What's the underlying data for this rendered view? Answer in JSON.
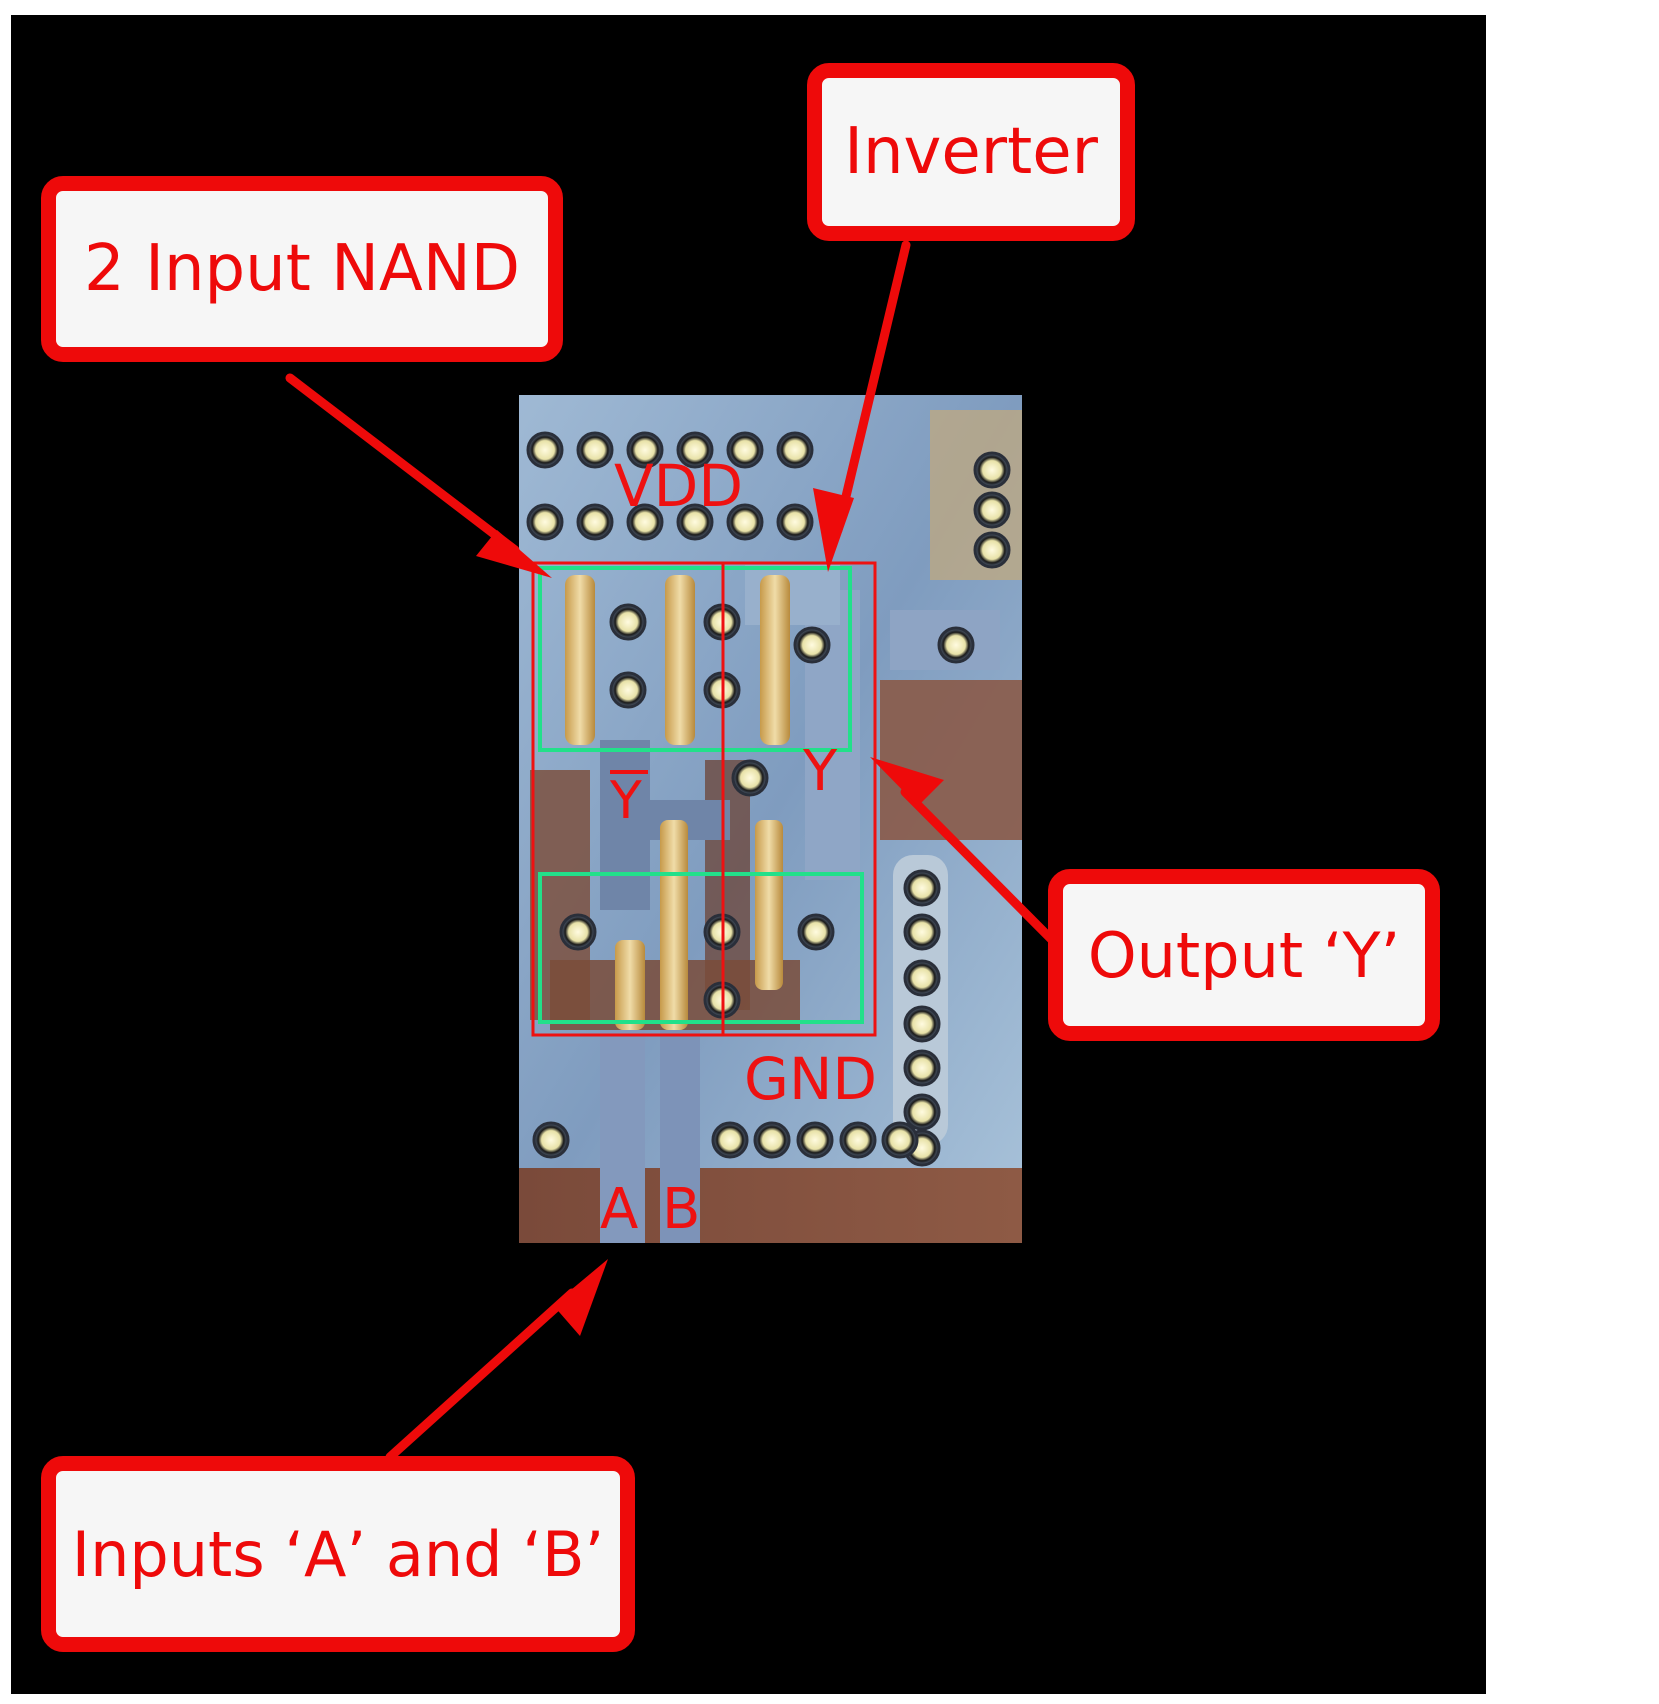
{
  "callouts": {
    "nand": "2 Input NAND",
    "inverter": "Inverter",
    "output": "Output ‘Y’",
    "inputs": "Inputs ‘A’ and ‘B’"
  },
  "die_labels": {
    "vdd": "VDD",
    "gnd": "GND",
    "y": "Y",
    "y_bar": "Y",
    "a": "A",
    "b": "B"
  },
  "colors": {
    "annotation_red": "#ee0a0a",
    "region_green": "#22e08a",
    "background": "#000000"
  }
}
